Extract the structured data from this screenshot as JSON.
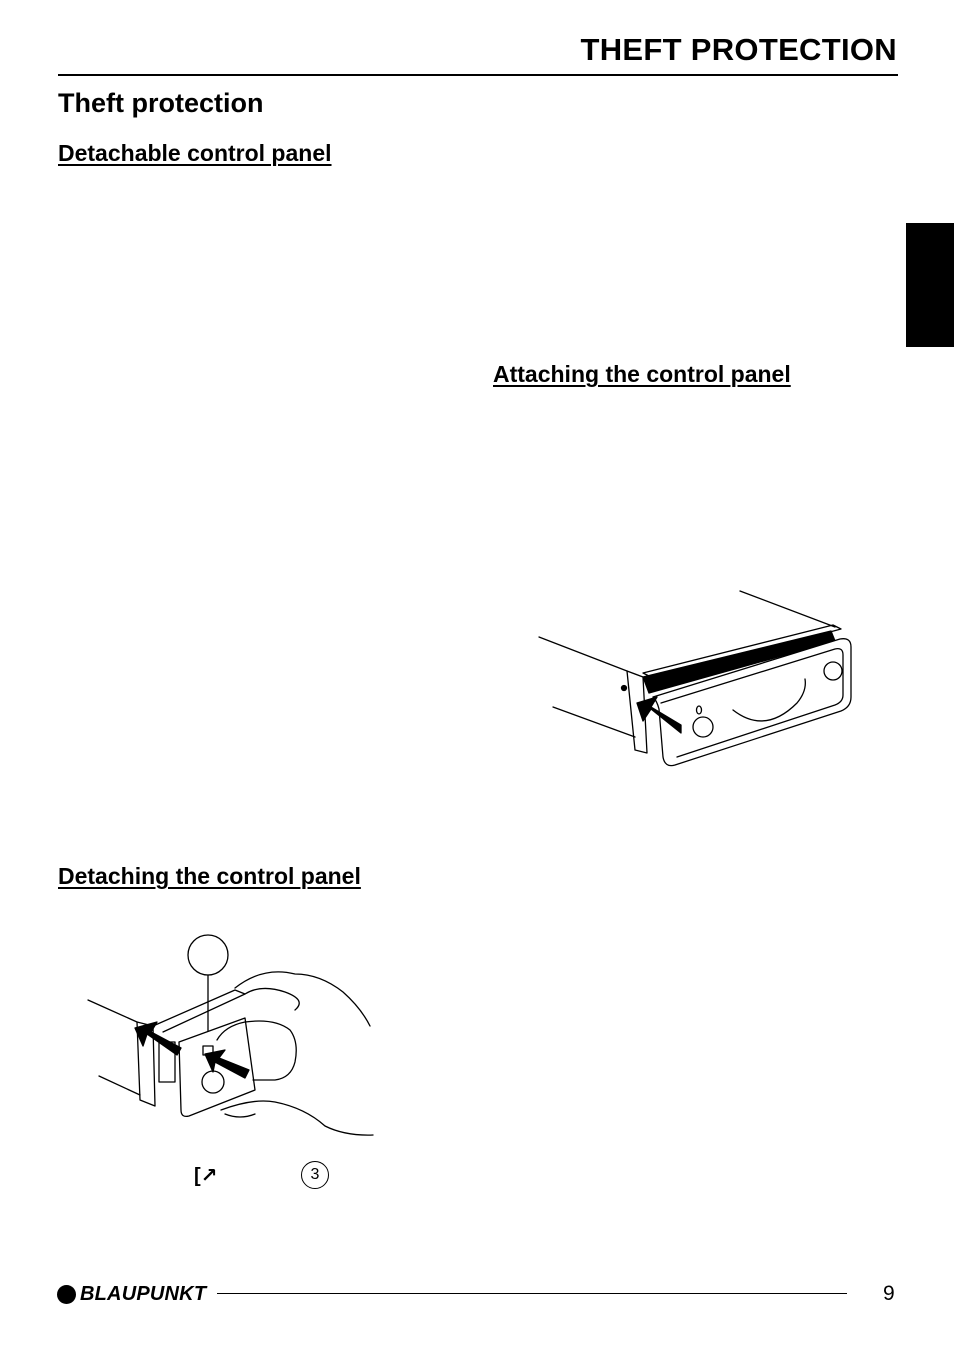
{
  "header": {
    "title": "THEFT PROTECTION"
  },
  "section": {
    "title": "Theft protection"
  },
  "subheadings": {
    "detachable": "Detachable control panel",
    "attaching": "Attaching the control panel",
    "detaching": "Detaching the control panel"
  },
  "figure_detach": {
    "callout_number": "3",
    "release_button_symbol": "[↗"
  },
  "footer": {
    "brand": "BLAUPUNKT",
    "page_number": "9"
  }
}
